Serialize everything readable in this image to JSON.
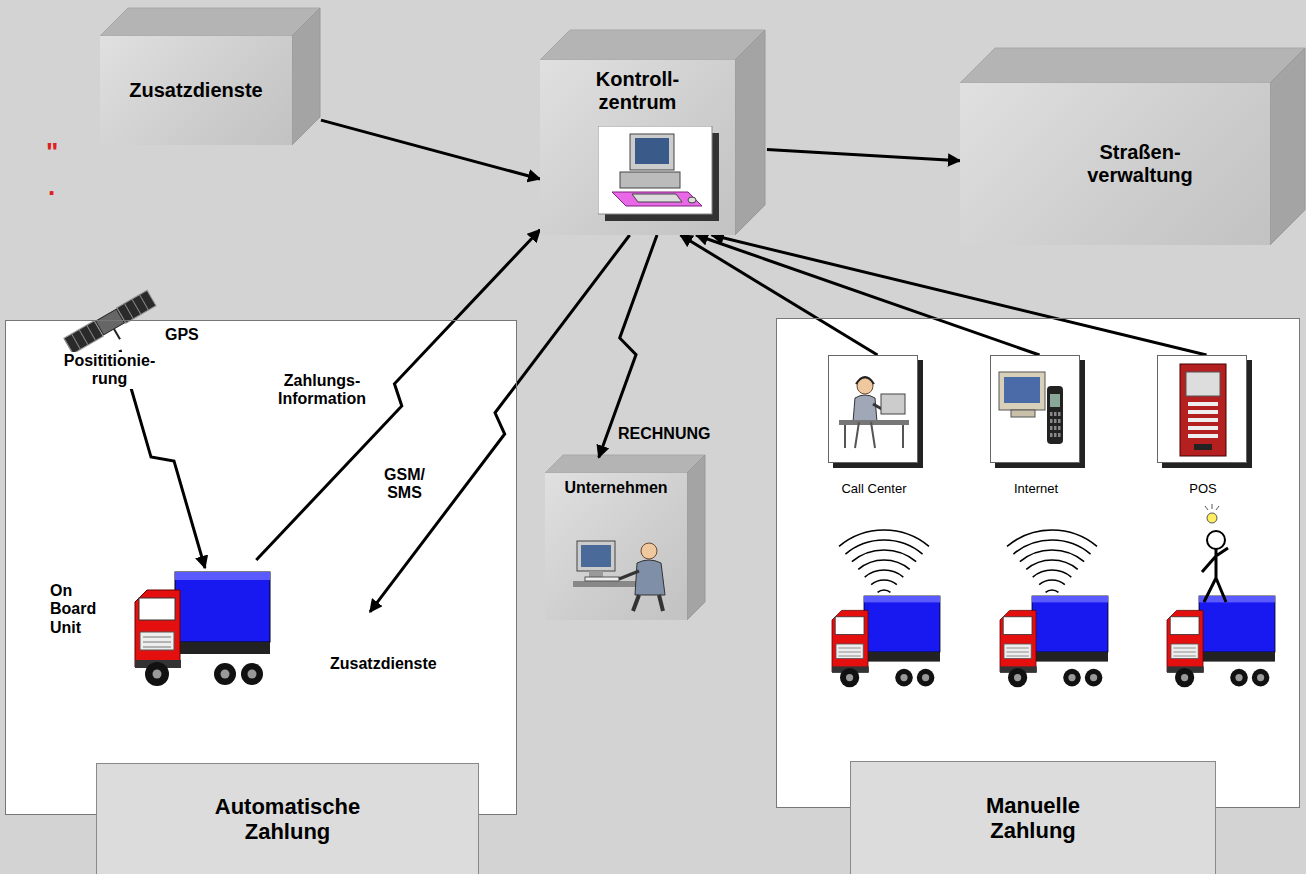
{
  "diagram": {
    "nodes": [
      {
        "text": [
          "Zusatzdienste"
        ]
      },
      {
        "text": [
          "Kontroll- zentrum"
        ]
      },
      {
        "text": [
          "Straßen- verwaltung"
        ]
      },
      {
        "text": [
          "Automatische Zahlung"
        ]
      },
      {
        "text": [
          "On Board Unit"
        ],
        "in": 3
      },
      {
        "text": [
          "Unternehmen"
        ]
      },
      {
        "text": [
          "Manuelle Zahlung"
        ]
      },
      {
        "text": [
          "Call Center"
        ],
        "in": 6
      },
      {
        "text": [
          "Internet"
        ],
        "in": 6
      },
      {
        "text": [
          "POS"
        ],
        "in": 6
      }
    ],
    "edges": [
      {
        "from": 0,
        "to": 1,
        "arrow": "to"
      },
      {
        "from": 1,
        "to": 2,
        "arrow": "to"
      },
      {
        "from": 4,
        "to": 1,
        "label": "Zahlungs- Information",
        "arrow": "to"
      },
      {
        "from": 1,
        "to": 4,
        "label": "GSM/ SMS",
        "arrow": "to"
      },
      {
        "from": 1,
        "to": 5,
        "label": "RECHNUNG",
        "arrow": "to"
      },
      {
        "from": 7,
        "to": 1,
        "arrow": "to"
      },
      {
        "from": 8,
        "to": 1,
        "arrow": "to"
      },
      {
        "from": 9,
        "to": 1,
        "arrow": "to"
      }
    ],
    "labels": [
      "\"",
      ".",
      "GPS",
      "Posititionie- rung",
      "Zusatzdienste"
    ]
  }
}
